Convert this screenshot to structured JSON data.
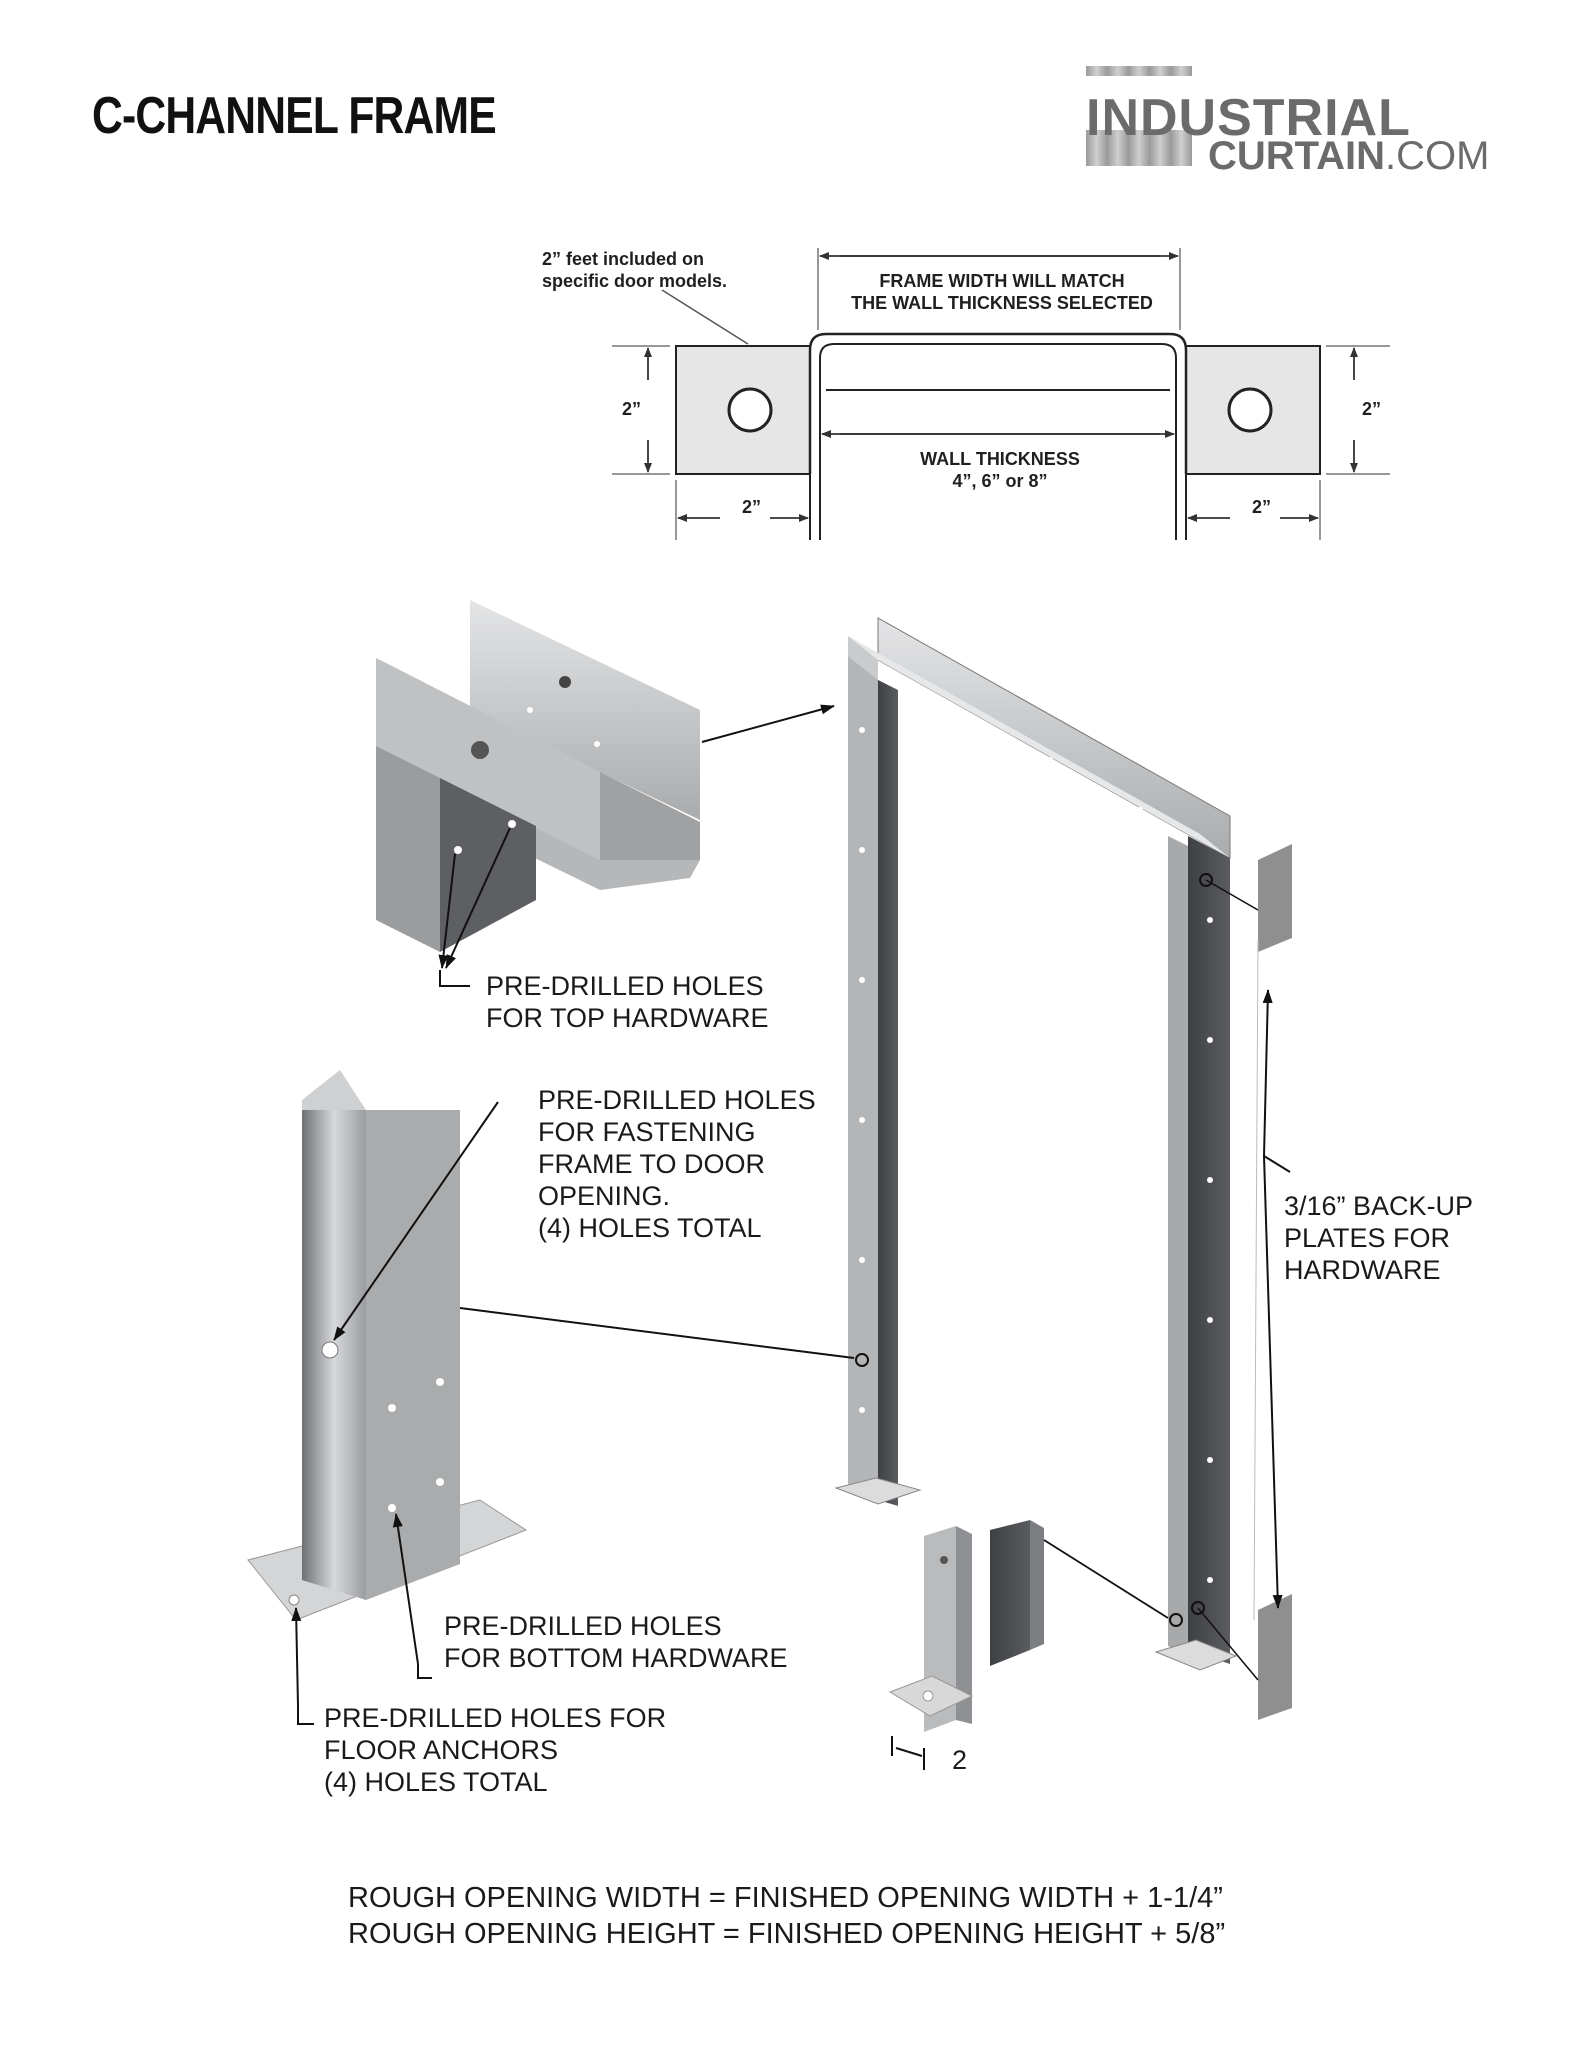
{
  "title": "C-CHANNEL FRAME",
  "logo": {
    "line1": "INDUSTRIAL",
    "line2_bold": "CURTAIN",
    "line2_rest": ".COM",
    "color": "#6b6b6b"
  },
  "top_diagram": {
    "feet_note": "2” feet included on\nspecific door models.",
    "frame_width_note": "FRAME WIDTH WILL MATCH\nTHE WALL THICKNESS SELECTED",
    "wall_thickness_label": "WALL THICKNESS",
    "wall_thickness_values": "4”, 6” or 8”",
    "dim_left_height": "2”",
    "dim_right_height": "2”",
    "dim_left_width": "2”",
    "dim_right_width": "2”"
  },
  "callouts": {
    "top_hardware": "PRE-DRILLED HOLES\nFOR TOP HARDWARE",
    "fastening": "PRE-DRILLED HOLES\nFOR FASTENING\nFRAME TO DOOR\nOPENING.\n(4) HOLES TOTAL",
    "backup_plates": "3/16” BACK-UP\nPLATES FOR\nHARDWARE",
    "bottom_hardware": "PRE-DRILLED HOLES\nFOR BOTTOM HARDWARE",
    "floor_anchors": "PRE-DRILLED HOLES FOR\nFLOOR ANCHORS\n(4) HOLES TOTAL",
    "foot_dim": "2"
  },
  "formulas": {
    "width": "ROUGH OPENING WIDTH = FINISHED OPENING WIDTH + 1-1/4”",
    "height": "ROUGH OPENING HEIGHT = FINISHED OPENING HEIGHT + 5/8”"
  },
  "colors": {
    "steel_light": "#c9cbcd",
    "steel_mid": "#9a9c9f",
    "steel_dark": "#4a4c50",
    "plate": "#8f8f8f",
    "line": "#222222"
  }
}
